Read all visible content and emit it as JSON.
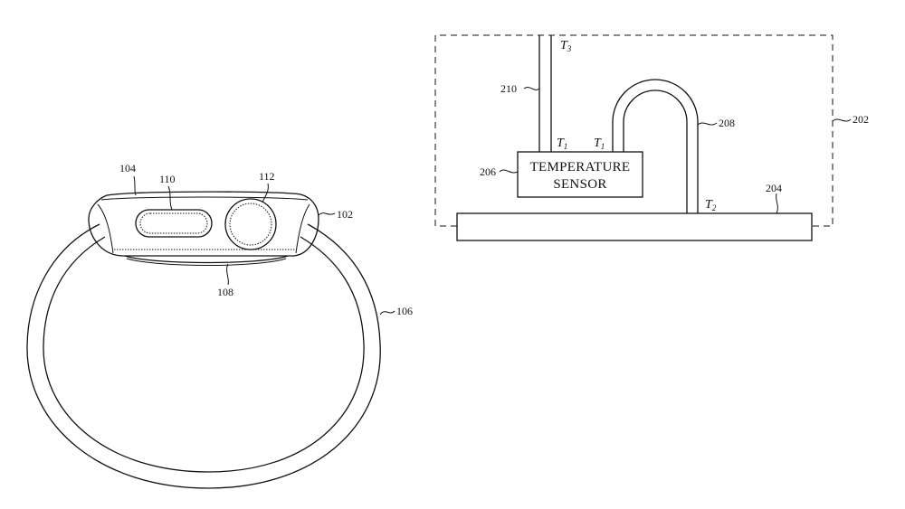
{
  "left_figure": {
    "refs": {
      "r102": "102",
      "r104": "104",
      "r106": "106",
      "r108": "108",
      "r110": "110",
      "r112": "112"
    }
  },
  "right_figure": {
    "box_label_line1": "TEMPERATURE",
    "box_label_line2": "SENSOR",
    "refs": {
      "r202": "202",
      "r204": "204",
      "r206": "206",
      "r208": "208",
      "r210": "210"
    },
    "temps": {
      "t1": "T",
      "t1_sub": "1",
      "t2": "T",
      "t2_sub": "2",
      "t3": "T",
      "t3_sub": "3"
    }
  }
}
